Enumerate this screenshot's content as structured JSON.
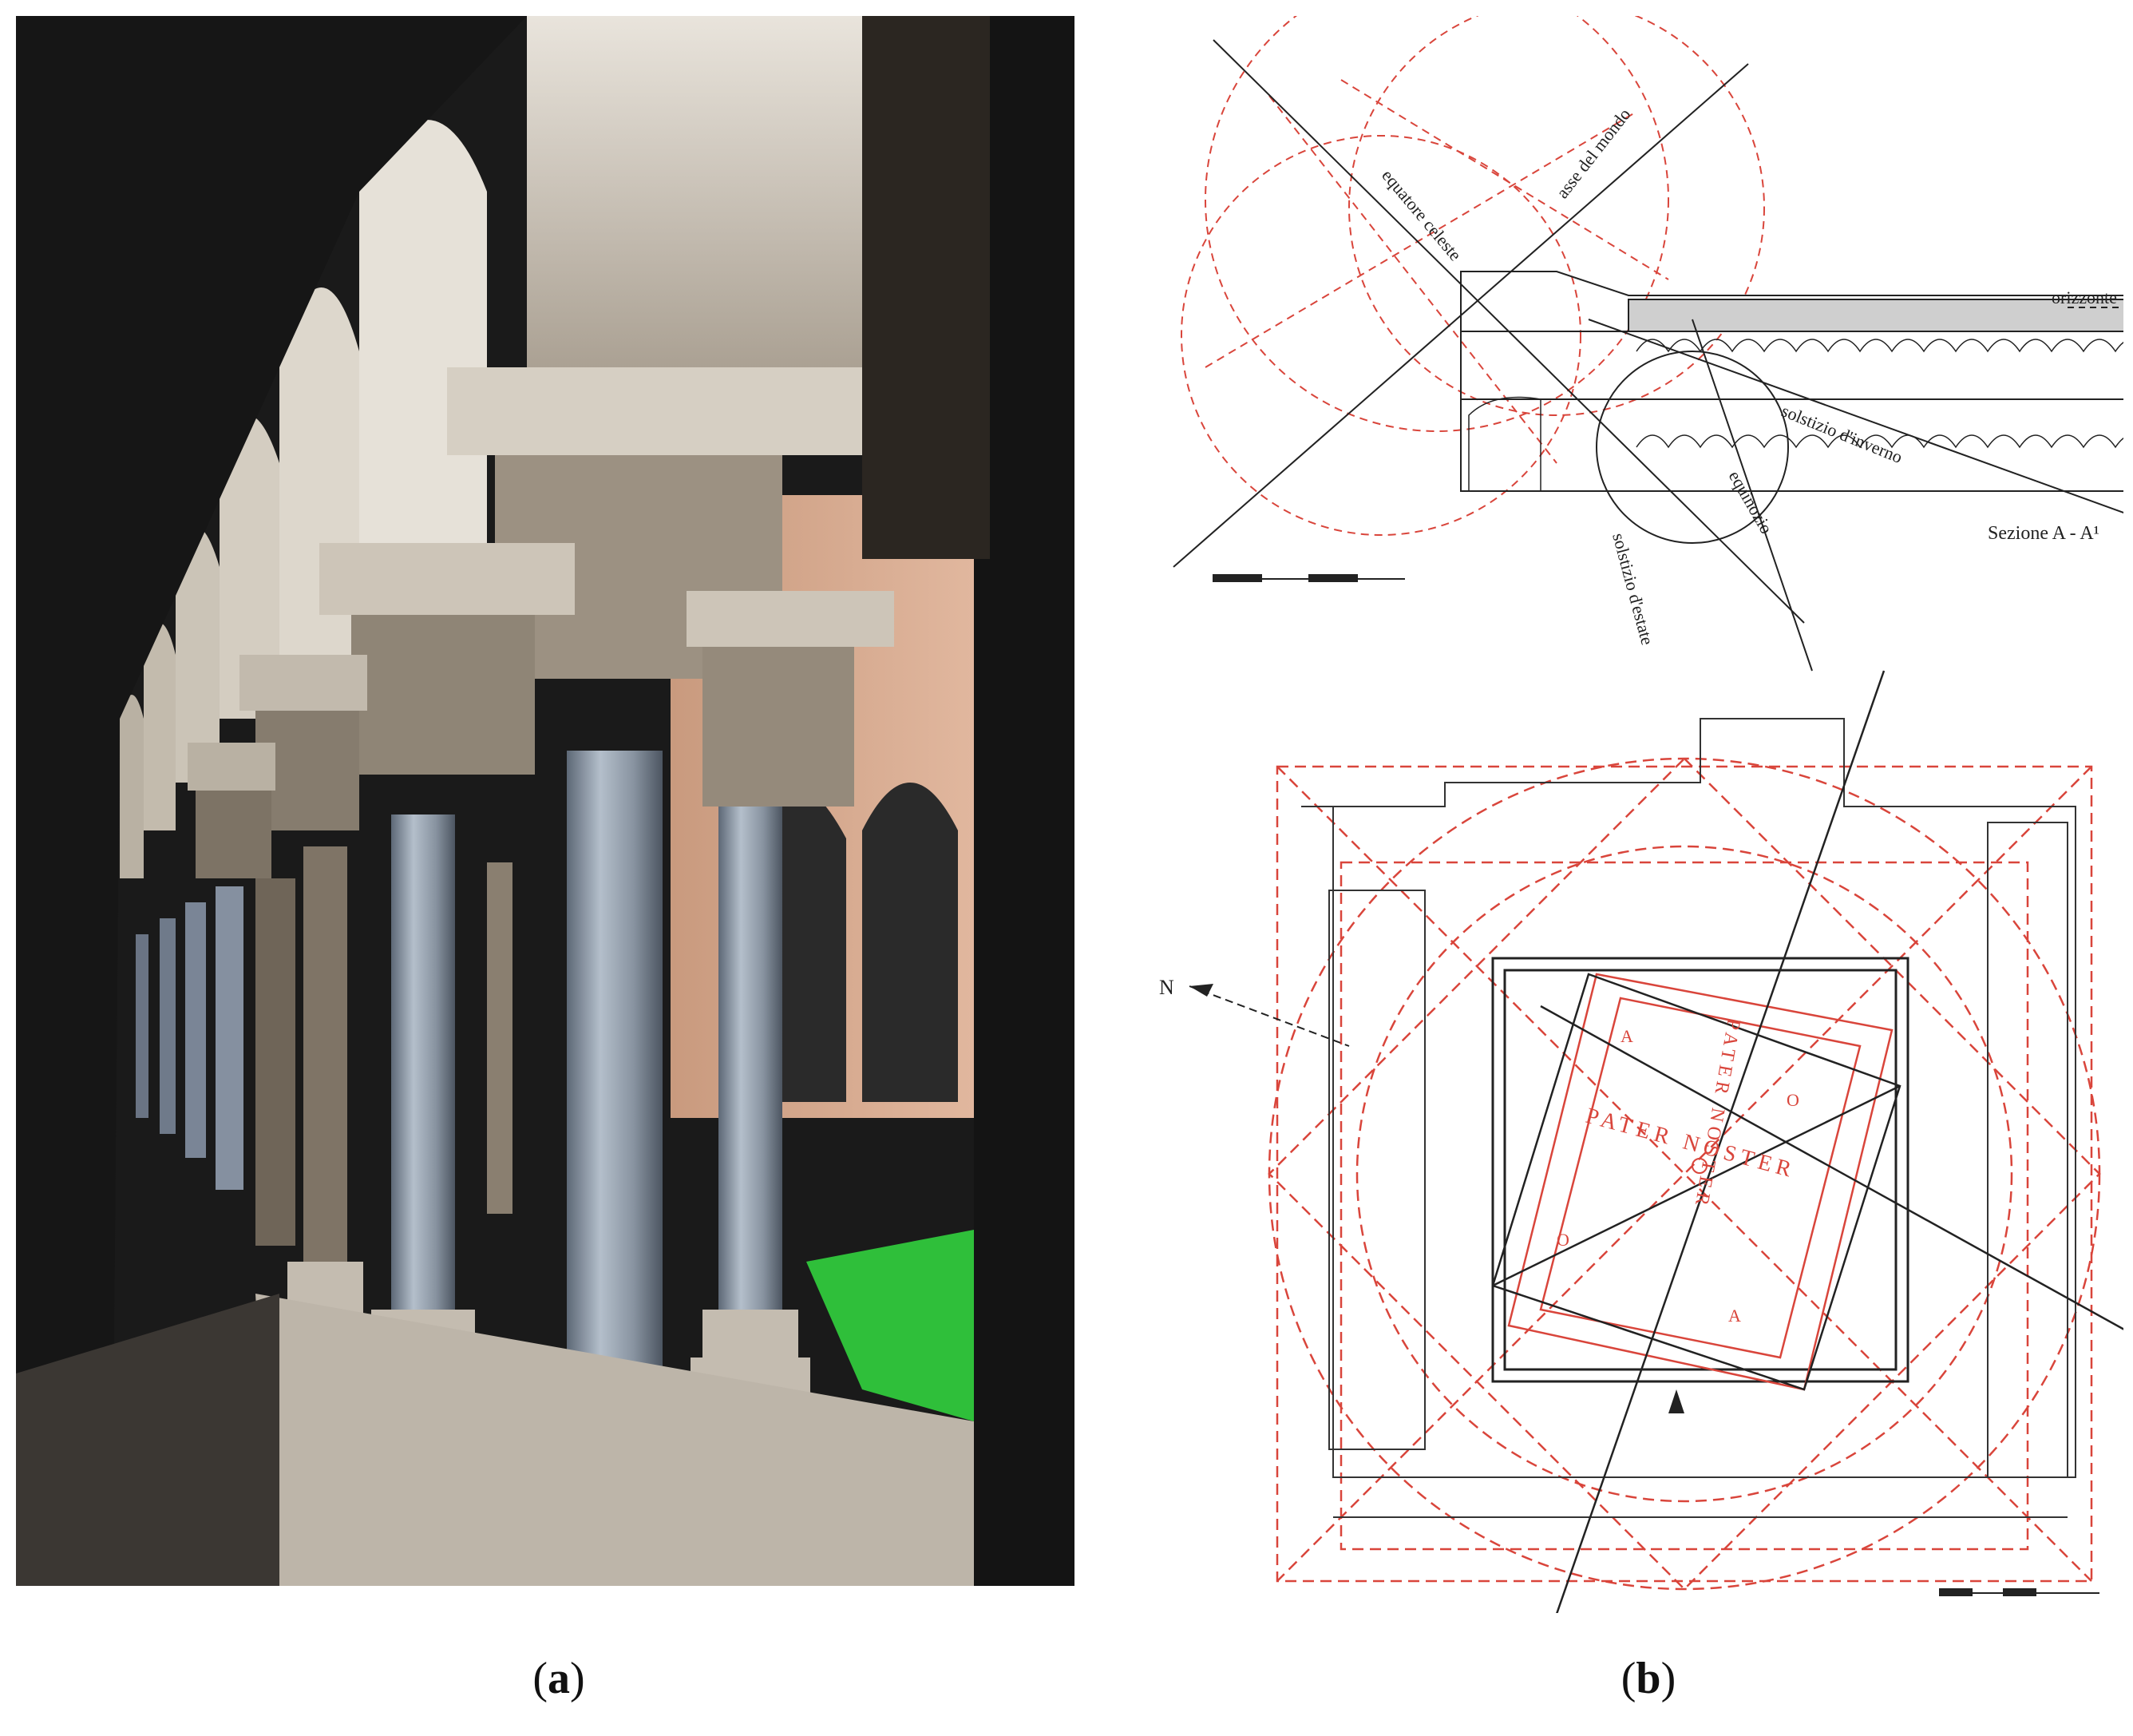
{
  "figure": {
    "panel_a": {
      "caption_letter": "a"
    },
    "panel_b": {
      "caption_letter": "b",
      "section": {
        "labels": {
          "equatore_celeste": "equatore celeste",
          "asse_del_mondo": "asse del mondo",
          "orizzonte": "orizzonte",
          "solstizio_inverno": "solstizio d'inverno",
          "equinozio": "equinozio",
          "solstizio_estate": "solstizio d'estate",
          "sezione": "Sezione A - A¹"
        }
      },
      "plan": {
        "north": "N",
        "inscription_horizontal": "PATER NOSTER",
        "inscription_vertical": "PATER NOSTER",
        "corner_letters": [
          "A",
          "O",
          "O",
          "A"
        ]
      }
    },
    "colors": {
      "red_construction": "#d9453b",
      "line_black": "#222222",
      "grass": "#2fbf3a",
      "column_blue": "#8d9aa8",
      "stone": "#cfc6b8",
      "shadow": "#141414"
    }
  }
}
